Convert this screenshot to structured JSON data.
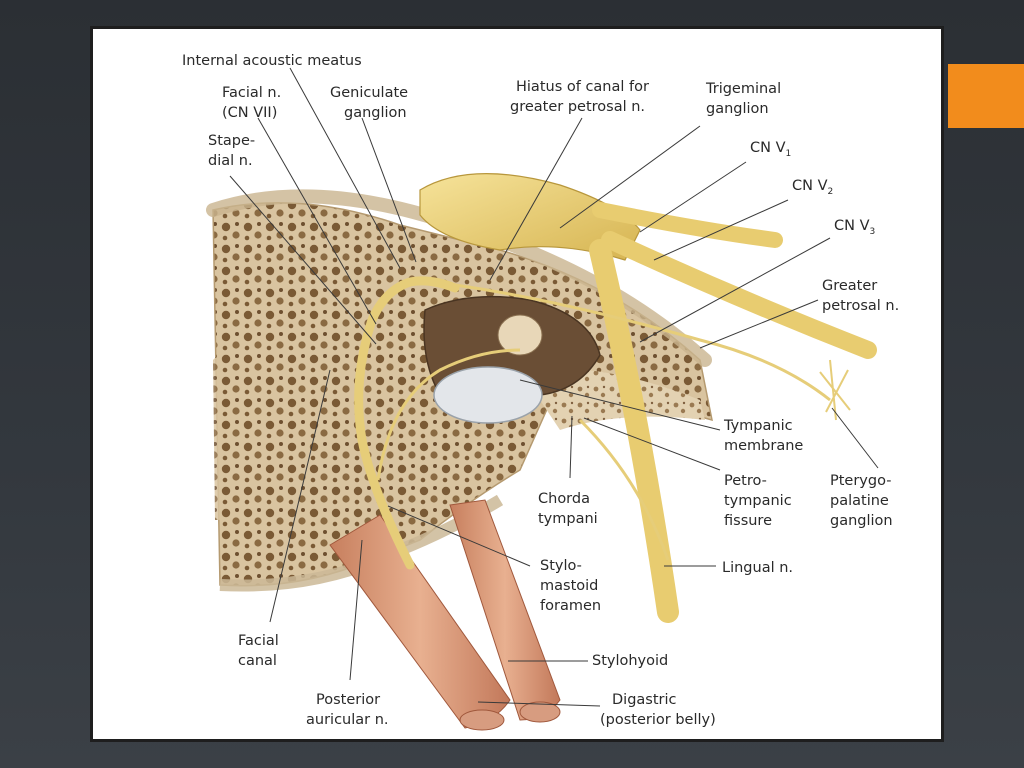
{
  "slide": {
    "accent_color": "#f28c1c",
    "background_color": "#2f3439"
  },
  "figure": {
    "labels": {
      "internal_acoustic_meatus": "Internal acoustic meatus",
      "facial_n_1": "Facial n.",
      "facial_n_2": "(CN VII)",
      "geniculate_1": "Geniculate",
      "geniculate_2": "ganglion",
      "stapedial_1": "Stape-",
      "stapedial_2": "dial n.",
      "hiatus_1": "Hiatus of canal for",
      "hiatus_2": "greater petrosal n.",
      "trigeminal_1": "Trigeminal",
      "trigeminal_2": "ganglion",
      "cn_v1_main": "CN V",
      "cn_v1_sub": "1",
      "cn_v2_main": "CN V",
      "cn_v2_sub": "2",
      "cn_v3_main": "CN V",
      "cn_v3_sub": "3",
      "greater_petrosal_1": "Greater",
      "greater_petrosal_2": "petrosal n.",
      "tympanic_1": "Tympanic",
      "tympanic_2": "membrane",
      "pterygo_1": "Pterygo-",
      "pterygo_2": "palatine",
      "pterygo_3": "ganglion",
      "chorda_1": "Chorda",
      "chorda_2": "tympani",
      "petro_1": "Petro-",
      "petro_2": "tympanic",
      "petro_3": "fissure",
      "stylo_1": "Stylo-",
      "stylo_2": "mastoid",
      "stylo_3": "foramen",
      "lingual": "Lingual n.",
      "facial_canal_1": "Facial",
      "facial_canal_2": "canal",
      "stylohyoid": "Stylohyoid",
      "posterior_auricular_1": "Posterior",
      "posterior_auricular_2": "auricular n.",
      "digastric_1": "Digastric",
      "digastric_2": "(posterior belly)"
    }
  }
}
